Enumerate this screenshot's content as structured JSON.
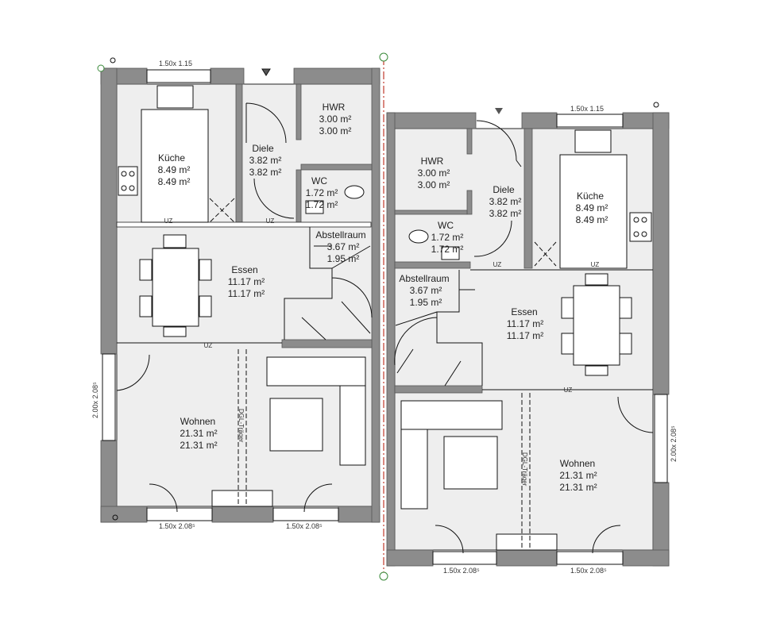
{
  "left_unit": {
    "rooms": [
      {
        "name": "Küche",
        "area_1": "8.49 m²",
        "area_2": "8.49 m²"
      },
      {
        "name": "Diele",
        "area_1": "3.82 m²",
        "area_2": "3.82 m²"
      },
      {
        "name": "HWR",
        "area_1": "3.00 m²",
        "area_2": "3.00 m²"
      },
      {
        "name": "WC",
        "area_1": "1.72 m²",
        "area_2": "1.72 m²"
      },
      {
        "name": "Abstellraum",
        "area_1": "3.67 m²",
        "area_2": "1.95 m²"
      },
      {
        "name": "Essen",
        "area_1": "11.17 m²",
        "area_2": "11.17 m²"
      },
      {
        "name": "Wohnen",
        "area_1": "21.31 m²",
        "area_2": "21.31 m²"
      }
    ],
    "window_top": "1.50x 1.15",
    "window_side": "2.00x 2.08⁵",
    "window_bottom_left": "1.50x 2.08⁵",
    "window_bottom_right": "1.50x 2.08⁵",
    "beam_label": "DGL-Träger",
    "uz_labels": [
      "UZ",
      "UZ",
      "UZ"
    ]
  },
  "right_unit": {
    "rooms": [
      {
        "name": "HWR",
        "area_1": "3.00 m²",
        "area_2": "3.00 m²"
      },
      {
        "name": "Diele",
        "area_1": "3.82 m²",
        "area_2": "3.82 m²"
      },
      {
        "name": "Küche",
        "area_1": "8.49 m²",
        "area_2": "8.49 m²"
      },
      {
        "name": "WC",
        "area_1": "1.72 m²",
        "area_2": "1.72 m²"
      },
      {
        "name": "Abstellraum",
        "area_1": "3.67 m²",
        "area_2": "1.95 m²"
      },
      {
        "name": "Essen",
        "area_1": "11.17 m²",
        "area_2": "11.17 m²"
      },
      {
        "name": "Wohnen",
        "area_1": "21.31 m²",
        "area_2": "21.31 m²"
      }
    ],
    "window_top": "1.50x 1.15",
    "window_side": "2.00x 2.08⁵",
    "window_bottom_left": "1.50x 2.08⁵",
    "window_bottom_right": "1.50x 2.08⁵",
    "beam_label": "DGL-Träger",
    "uz_labels": [
      "UZ",
      "UZ",
      "UZ"
    ]
  },
  "colors": {
    "wall": "#8c8c8c",
    "floor": "#eeeeee",
    "axis_line": "#c0392b",
    "marker": "#3a8a3a"
  }
}
